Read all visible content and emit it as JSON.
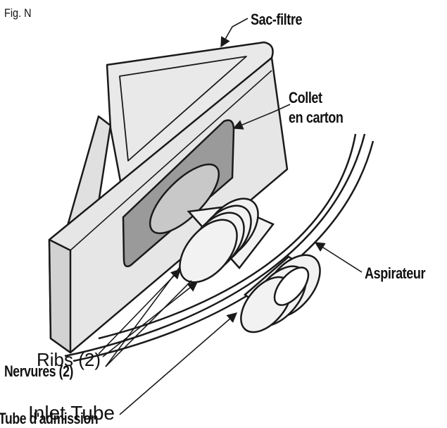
{
  "figure_label": "Fig. N",
  "labels": {
    "sac_filtre": "Sac-filtre",
    "collet_line1": "Collet",
    "collet_line2": "en carton",
    "aspirateur": "Aspirateur",
    "ribs": "Ribs (2)",
    "nervures": "Nervures (2)",
    "inlet_tube": "Inlet Tube",
    "tube_admission": "Tube d'admission"
  },
  "colors": {
    "line": "#1a1a1a",
    "bag_face": "#e6e6e6",
    "bag_side": "#d2d2d2",
    "collar": "#9a9a9a",
    "tube": "#f2f2f2"
  }
}
